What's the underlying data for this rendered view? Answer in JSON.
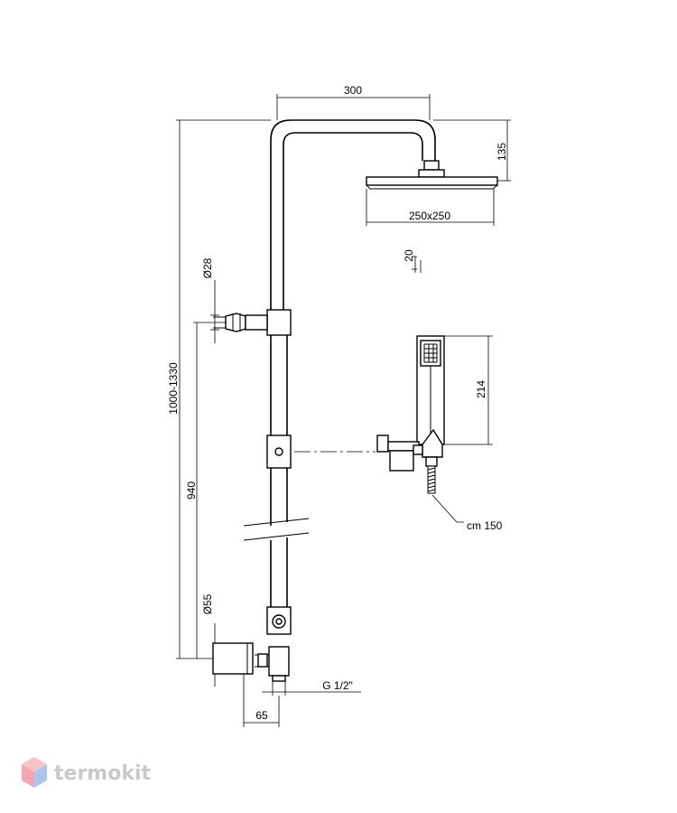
{
  "dimensions": {
    "top_width": "300",
    "head_height": "135",
    "head_size": "250x250",
    "head_thickness": "20",
    "bracket_diameter": "Ø28",
    "total_height": "1000-1330",
    "mixer_height": "940",
    "hand_shower_length": "214",
    "hose_length": "cm 150",
    "mixer_diameter": "Ø55",
    "connection": "G 1/2\"",
    "wall_offset": "65"
  },
  "brand": {
    "name": "termokit",
    "colors": [
      "#f4a6b0",
      "#a9c7ee",
      "#c9c9cd"
    ]
  }
}
